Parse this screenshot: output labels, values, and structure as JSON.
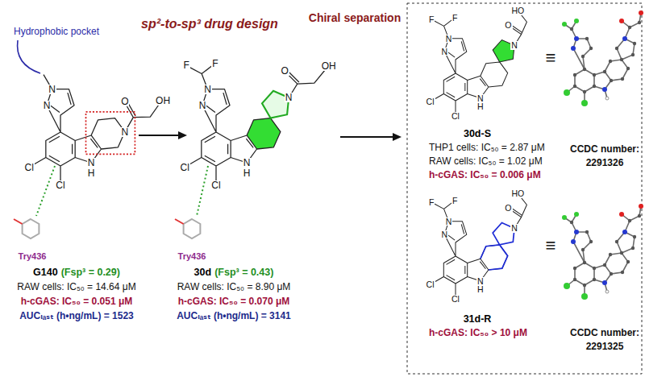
{
  "diagram": {
    "labels": [
      "sp²-to-sp³ drug design",
      "Chiral separation",
      "Hydrophobic pocket",
      "N",
      "N",
      "Cl",
      "Cl",
      "N",
      "H",
      "N",
      "O",
      "OH",
      "Try436",
      "G140",
      "(Fsp³ = 0.29)",
      "RAW cells: IC₅₀ = 14.64 μM",
      "h-cGAS: IC₅₀ = 0.051 μM",
      "AUCₗₐₛₜ (h•ng/mL) = 1523",
      "F",
      "F",
      "N",
      "N",
      "Cl",
      "Cl",
      "N",
      "H",
      "N",
      "O",
      "OH",
      "Try436",
      "30d",
      "(Fsp³ = 0.43)",
      "RAW cells: IC₅₀ = 8.90 μM",
      "h-cGAS: IC₅₀ = 0.070 μM",
      "AUCₗₐₛₜ (h•ng/mL) = 3141",
      "F",
      "F",
      "N",
      "N",
      "Cl",
      "Cl",
      "N",
      "H",
      "N",
      "O",
      "HO",
      "≡",
      "30d-S",
      "THP1 cells: IC₅₀ = 2.87 μM",
      "RAW cells: IC₅₀ = 1.02 μM",
      "h-cGAS: IC₅₀ = 0.006 μM",
      "CCDC number:",
      "2291326",
      "F",
      "F",
      "N",
      "N",
      "Cl",
      "Cl",
      "N",
      "H",
      "N",
      "O",
      "HO",
      "≡",
      "31d-R",
      "h-cGAS: IC₅₀ > 10 μM",
      "CCDC number:",
      "2291325"
    ]
  }
}
